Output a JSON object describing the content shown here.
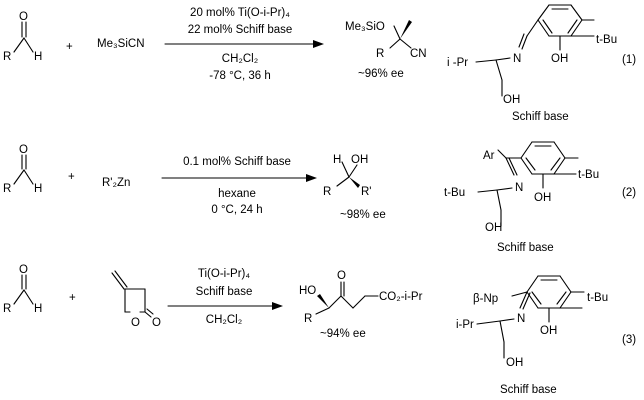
{
  "reactions": [
    {
      "number": "(1)",
      "reagent": "Me₃SiCN",
      "conditions_above": [
        "20 mol% Ti(O-i-Pr)₄",
        "22 mol% Schiff base"
      ],
      "conditions_below": [
        "CH₂Cl₂",
        "-78 °C, 36 h"
      ],
      "ee": "~96% ee",
      "product_labels": {
        "otms": "Me₃SiO",
        "r": "R",
        "cn": "CN"
      },
      "ligand_labels": {
        "ipr": "i -Pr",
        "n": "N",
        "oh1": "OH",
        "tbu": "t-Bu",
        "oh2": "OH"
      },
      "schiff_label": "Schiff base"
    },
    {
      "number": "(2)",
      "reagent": "R'₂Zn",
      "conditions_above": [
        "0.1 mol% Schiff base"
      ],
      "conditions_below": [
        "hexane",
        "0 °C, 24 h"
      ],
      "ee": "~98% ee",
      "product_labels": {
        "h": "H",
        "oh": "OH",
        "r": "R",
        "rp": "R'"
      },
      "ligand_labels": {
        "ar": "Ar",
        "tbu_left": "t-Bu",
        "n": "N",
        "oh1": "OH",
        "tbu": "t-Bu",
        "oh2": "OH"
      },
      "schiff_label": "Schiff base"
    },
    {
      "number": "(3)",
      "reagent_labels": {
        "o": "O",
        "o2": "O"
      },
      "conditions_above": [
        "Ti(O-i-Pr)₄",
        "Schiff base"
      ],
      "conditions_below": [
        "CH₂Cl₂"
      ],
      "ee": "~94% ee",
      "product_labels": {
        "ho": "HO",
        "o": "O",
        "r": "R",
        "co2": "CO₂-i-Pr"
      },
      "ligand_labels": {
        "np": "β-Np",
        "ipr": "i-Pr",
        "n": "N",
        "oh1": "OH",
        "tbu": "t-Bu",
        "oh2": "OH"
      },
      "schiff_label": "Schiff base"
    }
  ],
  "aldehyde_labels": {
    "o": "O",
    "r": "R",
    "h": "H"
  },
  "plus": "+"
}
